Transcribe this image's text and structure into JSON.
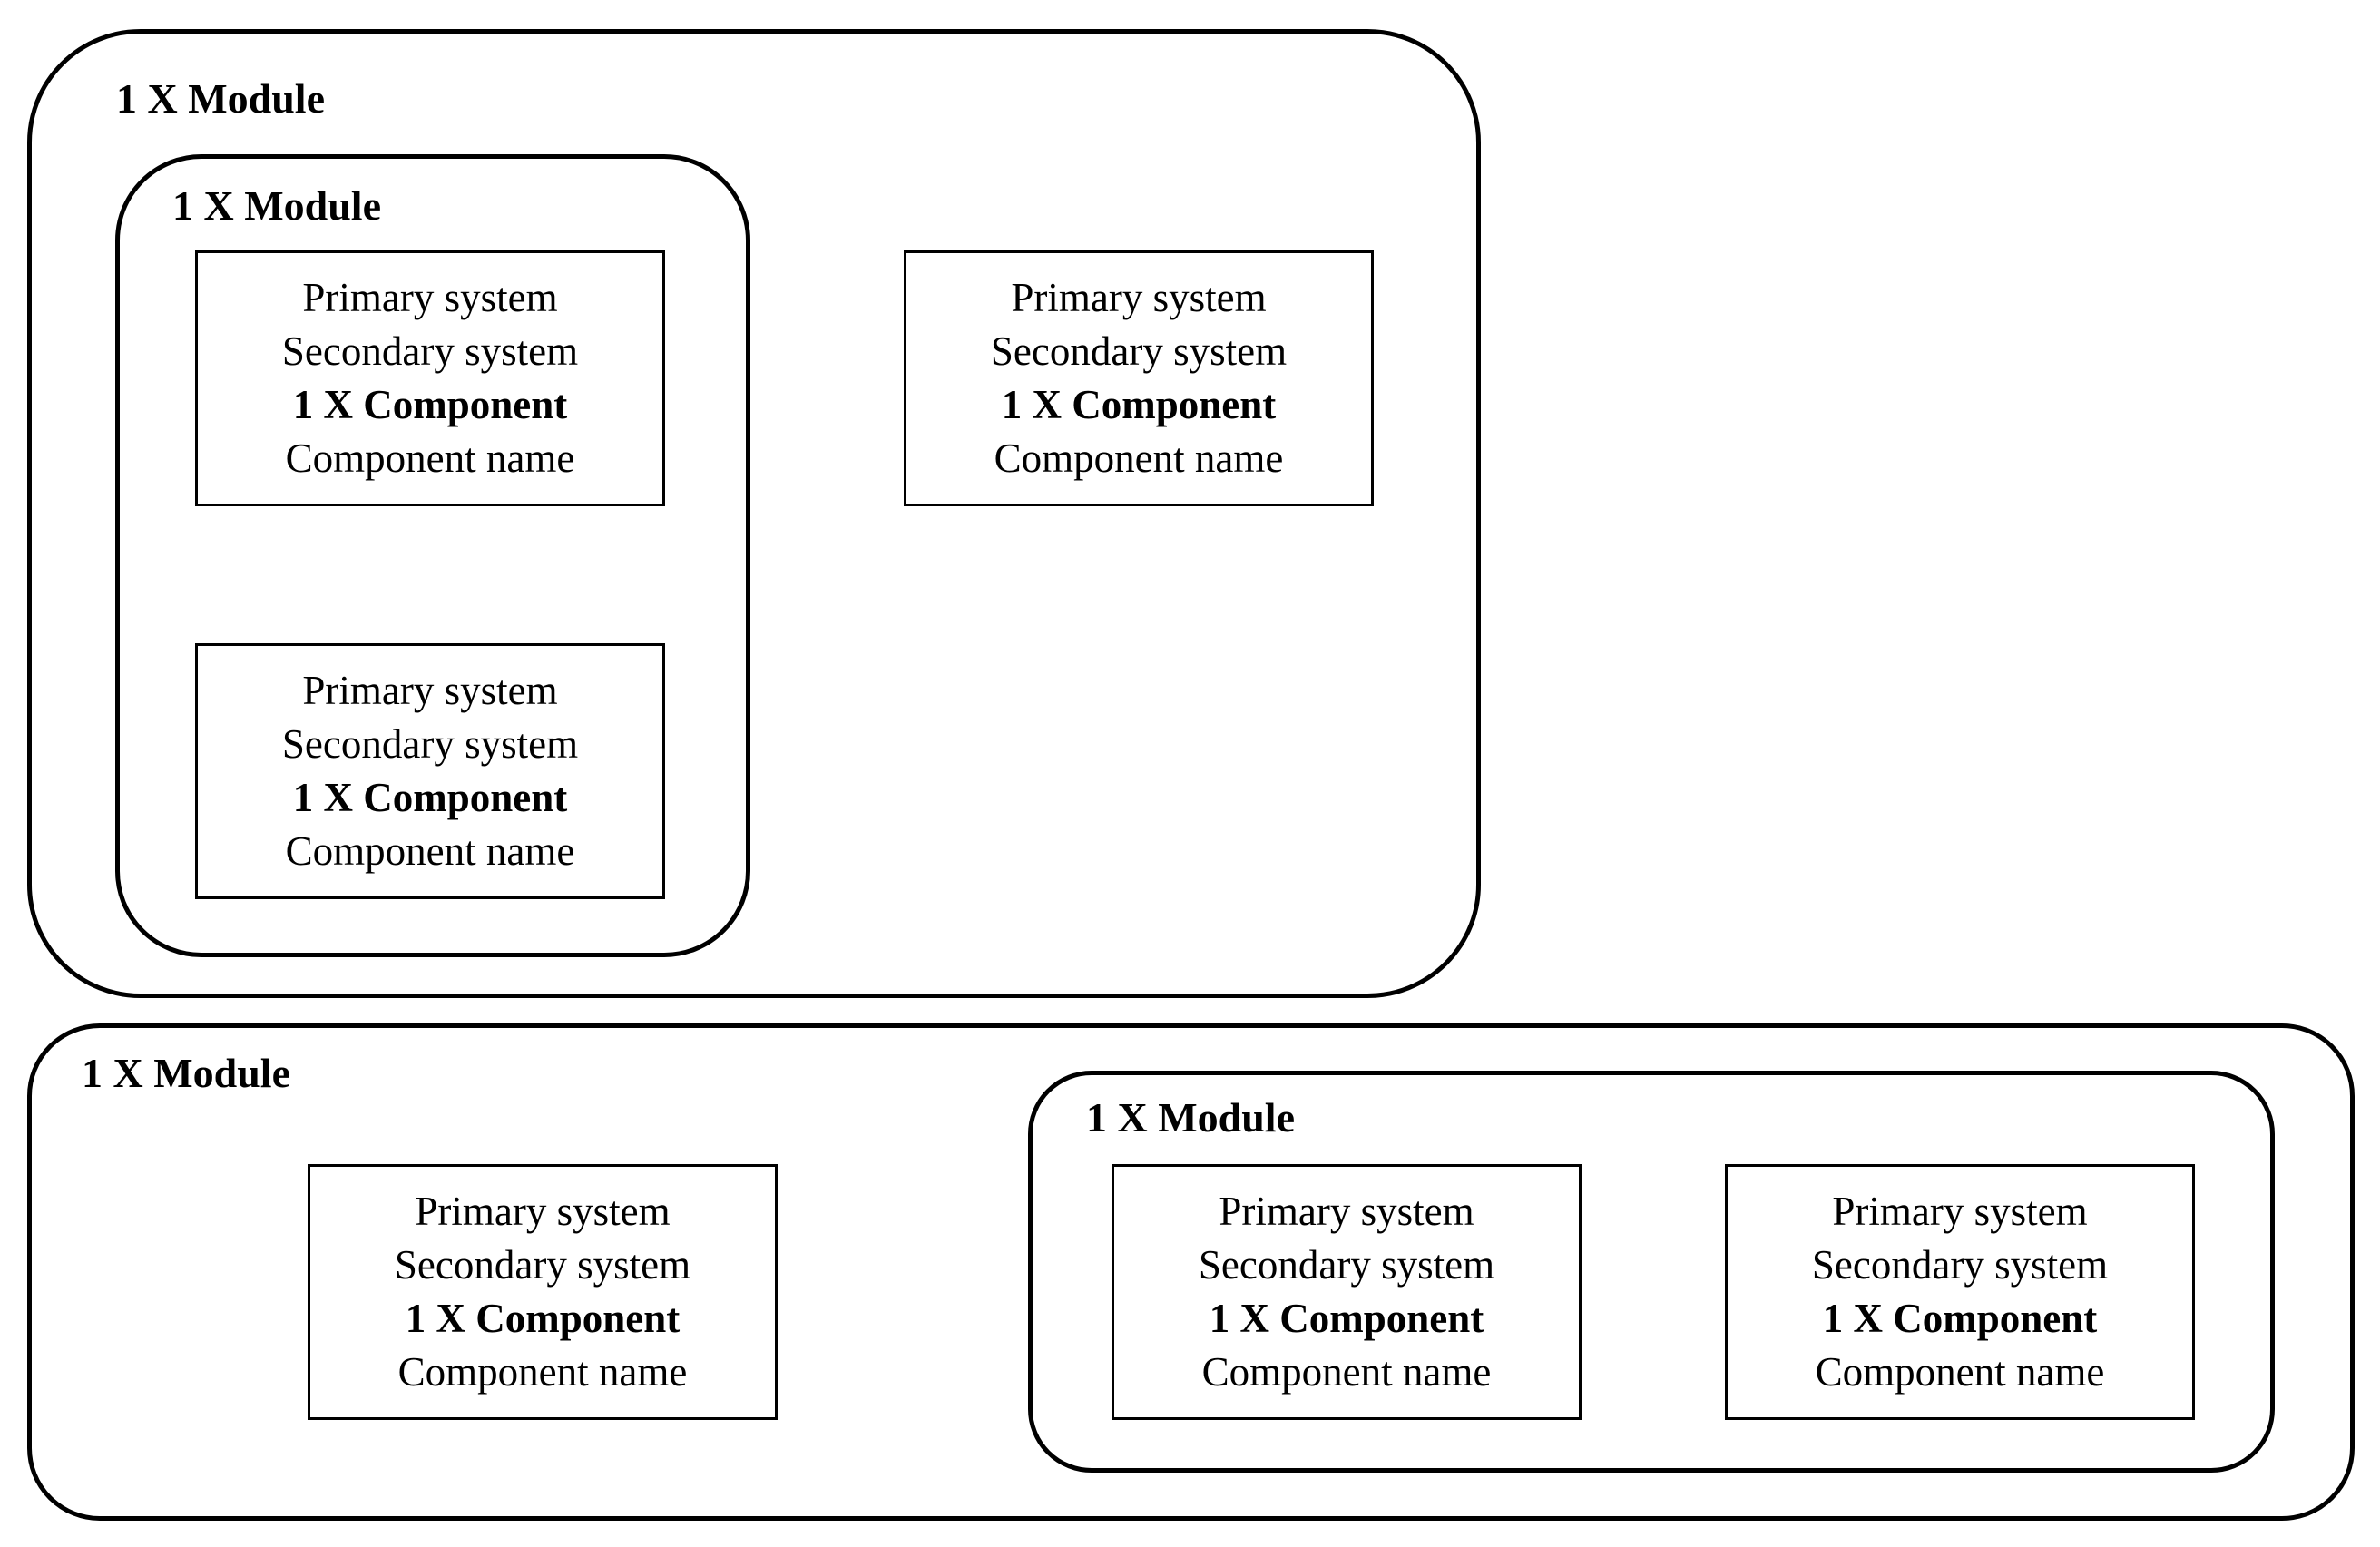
{
  "modules": {
    "top_outer": {
      "label": "1 X Module"
    },
    "top_inner": {
      "label": "1 X Module"
    },
    "bottom_outer": {
      "label": "1 X Module"
    },
    "bottom_inner": {
      "label": "1 X Module"
    }
  },
  "components": [
    {
      "primary": "Primary system",
      "secondary": "Secondary system",
      "count": "1 X Component",
      "name": "Component name"
    },
    {
      "primary": "Primary system",
      "secondary": "Secondary system",
      "count": "1 X Component",
      "name": "Component name"
    },
    {
      "primary": "Primary system",
      "secondary": "Secondary system",
      "count": "1 X Component",
      "name": "Component name"
    },
    {
      "primary": "Primary system",
      "secondary": "Secondary system",
      "count": "1 X Component",
      "name": "Component name"
    },
    {
      "primary": "Primary system",
      "secondary": "Secondary system",
      "count": "1 X Component",
      "name": "Component name"
    },
    {
      "primary": "Primary system",
      "secondary": "Secondary system",
      "count": "1 X Component",
      "name": "Component name"
    }
  ]
}
